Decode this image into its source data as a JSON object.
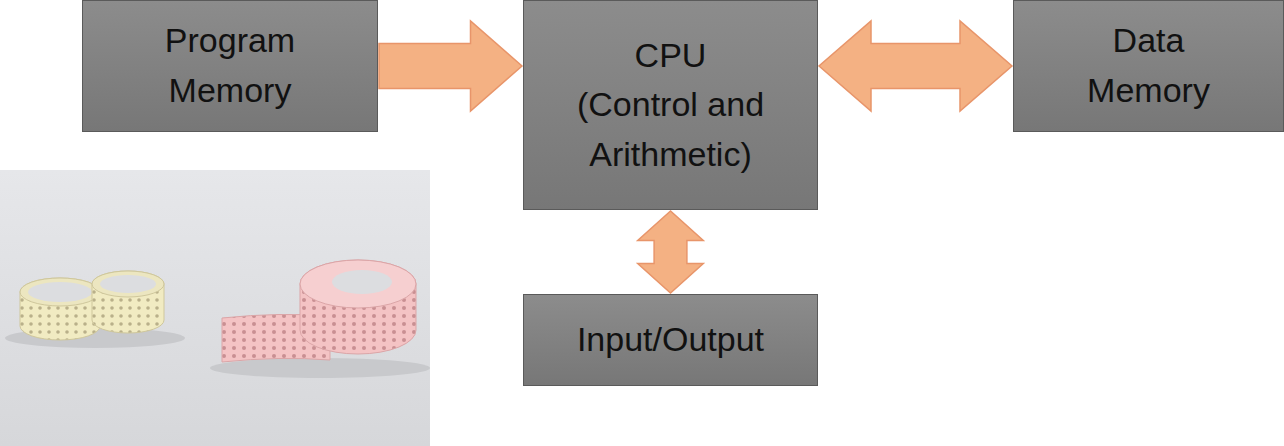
{
  "diagram": {
    "nodes": [
      {
        "text": [
          "Program Memory"
        ]
      },
      {
        "text": [
          "CPU (Control and Arithmetic)"
        ]
      },
      {
        "text": [
          "Data Memory"
        ]
      },
      {
        "text": [
          "Input/Output"
        ]
      }
    ],
    "edges": [
      {
        "from": 0,
        "to": 1,
        "arrow": "to"
      },
      {
        "from": 1,
        "to": 2,
        "arrow": "both"
      },
      {
        "from": 1,
        "to": 3,
        "arrow": "both"
      }
    ]
  }
}
